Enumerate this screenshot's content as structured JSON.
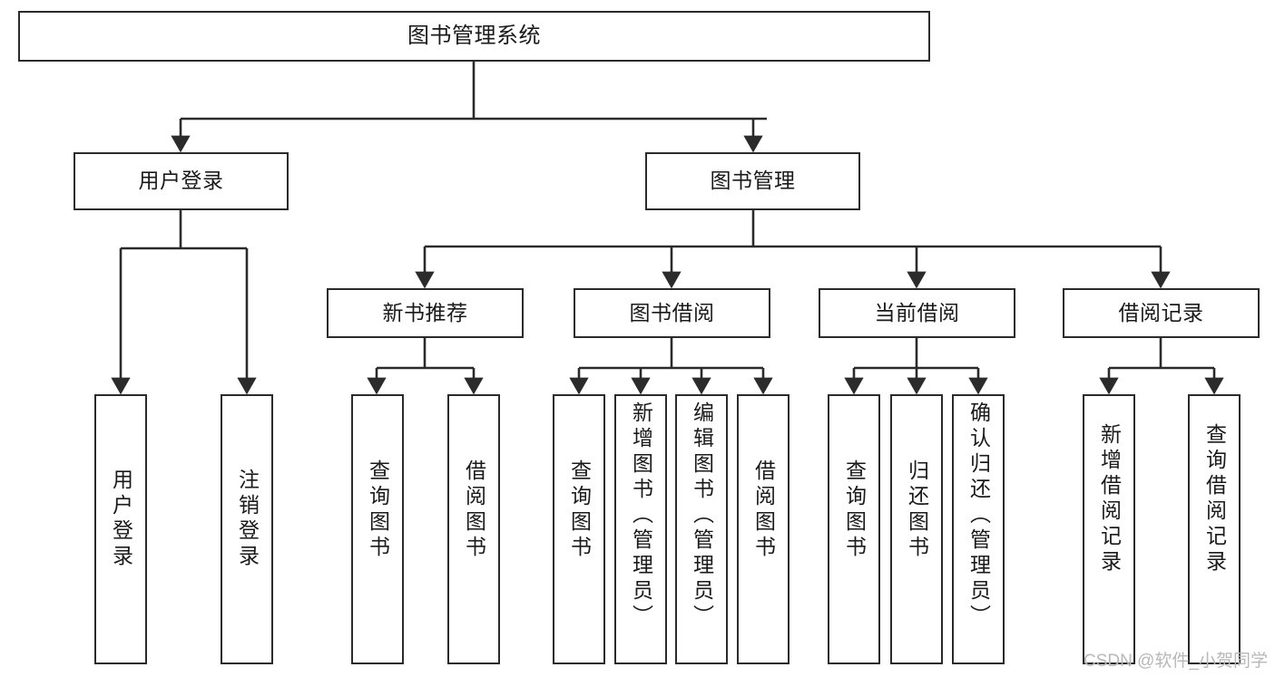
{
  "diagram": {
    "type": "tree-hierarchy",
    "title": "图书管理系统",
    "orientation": "top-down",
    "colors": {
      "box_border": "#2b2b2b",
      "box_fill": "#ffffff",
      "connector": "#2b2b2b",
      "text": "#1a1a1a",
      "watermark": "#b8b8b8",
      "background": "#ffffff"
    }
  },
  "root": {
    "label": "图书管理系统"
  },
  "level2": [
    {
      "label": "用户登录"
    },
    {
      "label": "图书管理"
    }
  ],
  "level3": [
    {
      "label": "新书推荐"
    },
    {
      "label": "图书借阅"
    },
    {
      "label": "当前借阅"
    },
    {
      "label": "借阅记录"
    }
  ],
  "leaves": {
    "user_login": [
      {
        "label": "用户登录"
      },
      {
        "label": "注销登录"
      }
    ],
    "new_book_recommend": [
      {
        "label": "查询图书"
      },
      {
        "label": "借阅图书"
      }
    ],
    "book_borrow": [
      {
        "label": "查询图书"
      },
      {
        "label": "新增图书（管理员）"
      },
      {
        "label": "编辑图书（管理员）"
      },
      {
        "label": "借阅图书"
      }
    ],
    "current_borrow": [
      {
        "label": "查询图书"
      },
      {
        "label": "归还图书"
      },
      {
        "label": "确认归还（管理员）"
      }
    ],
    "borrow_record": [
      {
        "label": "新增借阅记录"
      },
      {
        "label": "查询借阅记录"
      }
    ]
  },
  "watermark": {
    "text": "CSDN @软件_小贺同学"
  }
}
